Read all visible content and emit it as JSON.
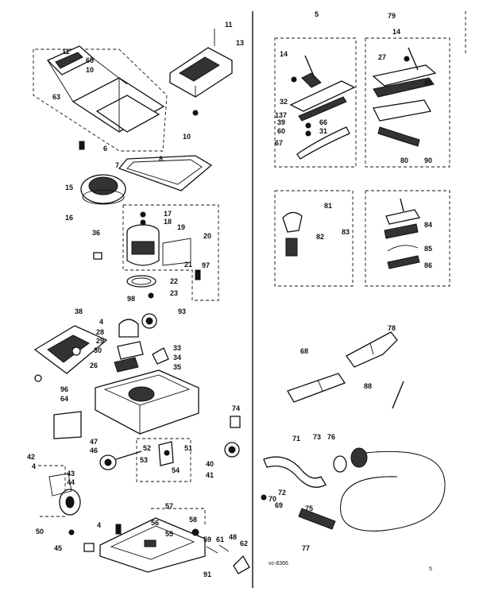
{
  "diagram": {
    "code": "vc-8366",
    "mark": "5",
    "parts": [
      {
        "id": "p11a",
        "label": "11"
      },
      {
        "id": "p13",
        "label": "13"
      },
      {
        "id": "p11b",
        "label": "11"
      },
      {
        "id": "p65",
        "label": "65"
      },
      {
        "id": "p10a",
        "label": "10"
      },
      {
        "id": "p63",
        "label": "63"
      },
      {
        "id": "p6",
        "label": "6"
      },
      {
        "id": "p10b",
        "label": "10"
      },
      {
        "id": "p7",
        "label": "7"
      },
      {
        "id": "p8",
        "label": "8"
      },
      {
        "id": "p15",
        "label": "15"
      },
      {
        "id": "p16",
        "label": "16"
      },
      {
        "id": "p17",
        "label": "17"
      },
      {
        "id": "p18",
        "label": "18"
      },
      {
        "id": "p19",
        "label": "19"
      },
      {
        "id": "p20",
        "label": "20"
      },
      {
        "id": "p36",
        "label": "36"
      },
      {
        "id": "p21",
        "label": "21"
      },
      {
        "id": "p97",
        "label": "97"
      },
      {
        "id": "p22",
        "label": "22"
      },
      {
        "id": "p23",
        "label": "23"
      },
      {
        "id": "p98",
        "label": "98"
      },
      {
        "id": "p93",
        "label": "93"
      },
      {
        "id": "p38",
        "label": "38"
      },
      {
        "id": "p4a",
        "label": "4"
      },
      {
        "id": "p28",
        "label": "28"
      },
      {
        "id": "p29",
        "label": "29"
      },
      {
        "id": "p30",
        "label": "30"
      },
      {
        "id": "p33",
        "label": "33"
      },
      {
        "id": "p34",
        "label": "34"
      },
      {
        "id": "p35",
        "label": "35"
      },
      {
        "id": "p26",
        "label": "26"
      },
      {
        "id": "p96",
        "label": "96"
      },
      {
        "id": "p64",
        "label": "64"
      },
      {
        "id": "p74",
        "label": "74"
      },
      {
        "id": "p47",
        "label": "47"
      },
      {
        "id": "p46",
        "label": "46"
      },
      {
        "id": "p52",
        "label": "52"
      },
      {
        "id": "p51",
        "label": "51"
      },
      {
        "id": "p53",
        "label": "53"
      },
      {
        "id": "p54",
        "label": "54"
      },
      {
        "id": "p40",
        "label": "40"
      },
      {
        "id": "p41",
        "label": "41"
      },
      {
        "id": "p42",
        "label": "42"
      },
      {
        "id": "p4b",
        "label": "4"
      },
      {
        "id": "p43",
        "label": "43"
      },
      {
        "id": "p44",
        "label": "44"
      },
      {
        "id": "p57",
        "label": "57"
      },
      {
        "id": "p4c",
        "label": "4"
      },
      {
        "id": "p56",
        "label": "56"
      },
      {
        "id": "p58",
        "label": "58"
      },
      {
        "id": "p55",
        "label": "55"
      },
      {
        "id": "p50",
        "label": "50"
      },
      {
        "id": "p59",
        "label": "59"
      },
      {
        "id": "p61",
        "label": "61"
      },
      {
        "id": "p48",
        "label": "48"
      },
      {
        "id": "p62",
        "label": "62"
      },
      {
        "id": "p45",
        "label": "45"
      },
      {
        "id": "p91",
        "label": "91"
      },
      {
        "id": "p5",
        "label": "5"
      },
      {
        "id": "p14a",
        "label": "14"
      },
      {
        "id": "p32",
        "label": "32"
      },
      {
        "id": "p137",
        "label": "137"
      },
      {
        "id": "p39",
        "label": "39"
      },
      {
        "id": "p60",
        "label": "60"
      },
      {
        "id": "p31",
        "label": "31"
      },
      {
        "id": "p66",
        "label": "66"
      },
      {
        "id": "p67",
        "label": "67"
      },
      {
        "id": "p79",
        "label": "79"
      },
      {
        "id": "p14b",
        "label": "14"
      },
      {
        "id": "p27",
        "label": "27"
      },
      {
        "id": "p89",
        "label": "89"
      },
      {
        "id": "p80",
        "label": "80"
      },
      {
        "id": "p90",
        "label": "90"
      },
      {
        "id": "p81",
        "label": "81"
      },
      {
        "id": "p82",
        "label": "82"
      },
      {
        "id": "p83",
        "label": "83"
      },
      {
        "id": "p84",
        "label": "84"
      },
      {
        "id": "p85",
        "label": "85"
      },
      {
        "id": "p86",
        "label": "86"
      },
      {
        "id": "p78",
        "label": "78"
      },
      {
        "id": "p68",
        "label": "68"
      },
      {
        "id": "p88",
        "label": "88"
      },
      {
        "id": "p71",
        "label": "71"
      },
      {
        "id": "p73",
        "label": "73"
      },
      {
        "id": "p76",
        "label": "76"
      },
      {
        "id": "p72",
        "label": "72"
      },
      {
        "id": "p70",
        "label": "70"
      },
      {
        "id": "p69",
        "label": "69"
      },
      {
        "id": "p75",
        "label": "75"
      },
      {
        "id": "p77",
        "label": "77"
      }
    ]
  }
}
